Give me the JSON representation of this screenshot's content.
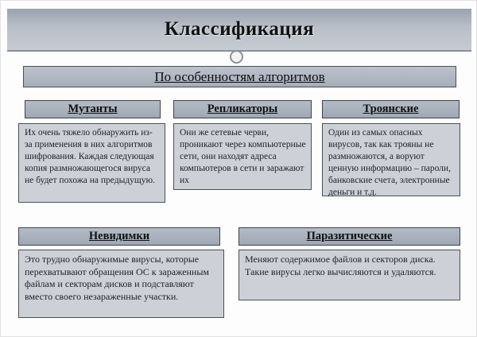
{
  "slide": {
    "title": "Классификация",
    "section_header": "По особенностям алгоритмов",
    "colors": {
      "band": "#b0b7c1",
      "card_header": "#a6aeb9",
      "card_body": "#cdd1d7",
      "border": "#4c4f56"
    },
    "cards": [
      {
        "title": "Мутанты",
        "body": "Их очень тяжело обнаружить из-за применения в них алгоритмов шифрования. Каждая следующая копия размножающегося вируса не будет похожа на предыдущую."
      },
      {
        "title": "Репликаторы",
        "body": "Они же сетевые черви, проникают через компьютерные сети, они находят адреса компьютеров в сети и заражают их"
      },
      {
        "title": "Троянские",
        "body": "Один из самых опасных вирусов, так как трояны не размножаются, а воруют ценную информацию – пароли, банковские счета, электронные деньги и т.д."
      },
      {
        "title": "Невидимки",
        "body": "Это трудно обнаружимые вирусы, которые перехватывают обращения ОС к зараженным файлам и секторам дисков и подставляют вместо своего незараженные участки."
      },
      {
        "title": "Паразитические",
        "body": "Меняют содержимое файлов и секторов диска. Такие вирусы легко вычисляются и удаляются."
      }
    ]
  }
}
